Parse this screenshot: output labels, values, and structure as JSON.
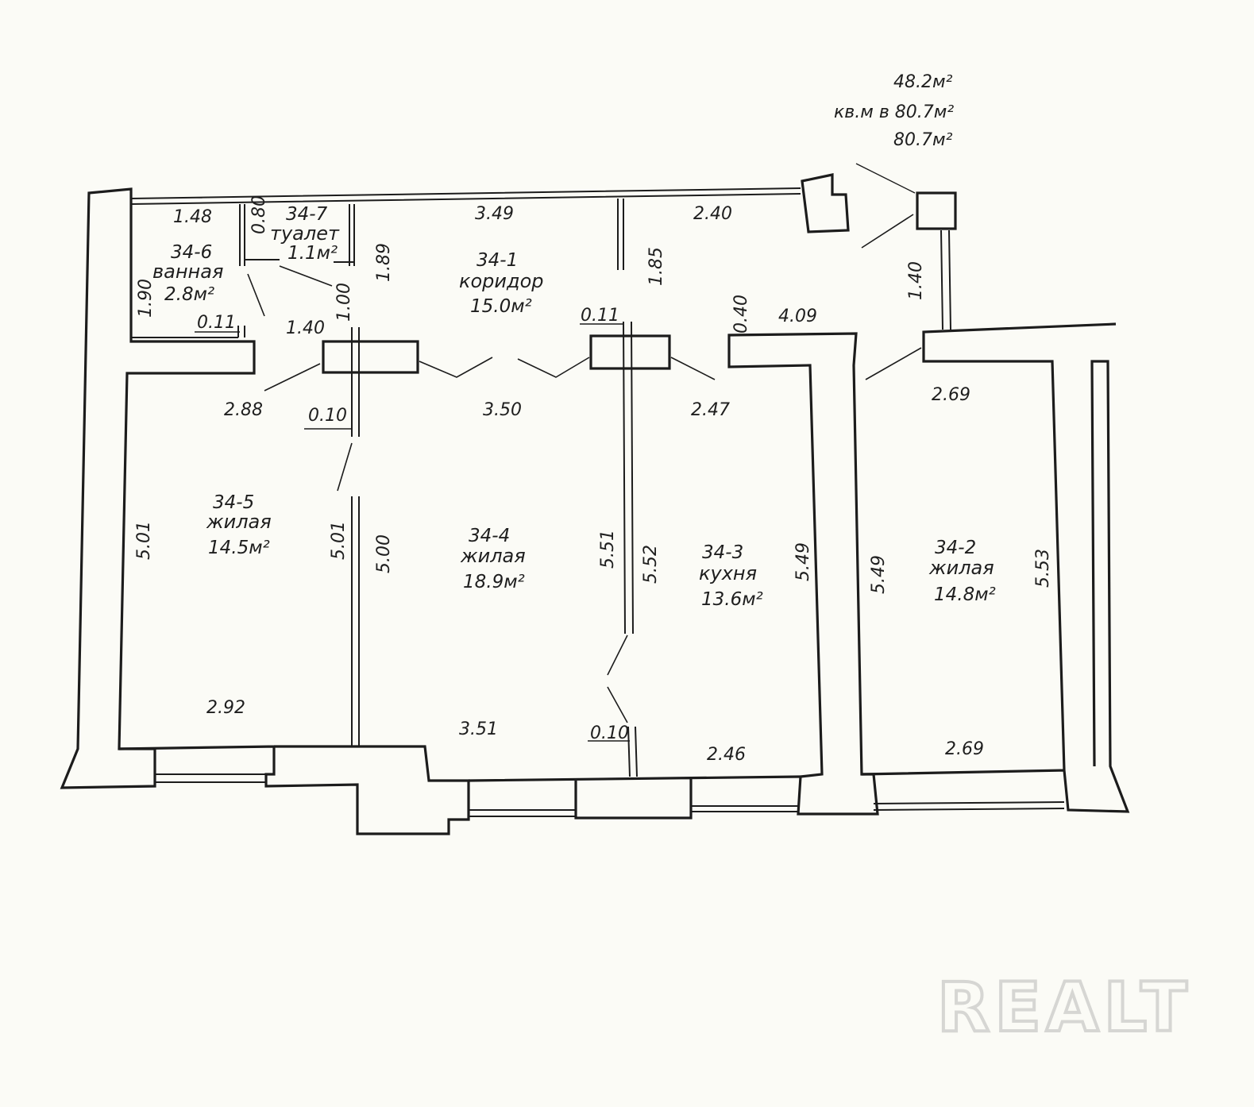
{
  "totals": {
    "line1": "48.2м²",
    "line2": "кв.м в 80.7м²",
    "line3": "80.7м²"
  },
  "rooms": {
    "r1": {
      "num": "34-1",
      "name": "коридор",
      "area": "15.0м²"
    },
    "r2": {
      "num": "34-2",
      "name": "жилая",
      "area": "14.8м²"
    },
    "r3": {
      "num": "34-3",
      "name": "кухня",
      "area": "13.6м²"
    },
    "r4": {
      "num": "34-4",
      "name": "жилая",
      "area": "18.9м²"
    },
    "r5": {
      "num": "34-5",
      "name": "жилая",
      "area": "14.5м²"
    },
    "r6": {
      "num": "34-6",
      "name": "ванная",
      "area": "2.8м²"
    },
    "r7": {
      "num": "34-7",
      "name": "туалет",
      "area": "1.1м²"
    }
  },
  "dims": {
    "d_148": "1.48",
    "d_080": "0.80",
    "d_349": "3.49",
    "d_240": "2.40",
    "d_189": "1.89",
    "d_185": "1.85",
    "d_190": "1.90",
    "d_100": "1.00",
    "d_140_hall": "1.40",
    "d_011_a": "0.11",
    "d_011_b": "0.11",
    "d_040": "0.40",
    "d_409": "4.09",
    "d_140_right": "1.40",
    "d_288": "2.88",
    "d_010_a": "0.10",
    "d_350": "3.50",
    "d_247": "2.47",
    "d_269_top": "2.69",
    "d_501_a": "5.01",
    "d_501_b": "5.01",
    "d_500": "5.00",
    "d_551": "5.51",
    "d_552": "5.52",
    "d_549_a": "5.49",
    "d_549_b": "5.49",
    "d_553": "5.53",
    "d_292": "2.92",
    "d_351": "3.51",
    "d_010_b": "0.10",
    "d_246": "2.46",
    "d_269_bottom": "2.69"
  },
  "watermark": "REALT"
}
